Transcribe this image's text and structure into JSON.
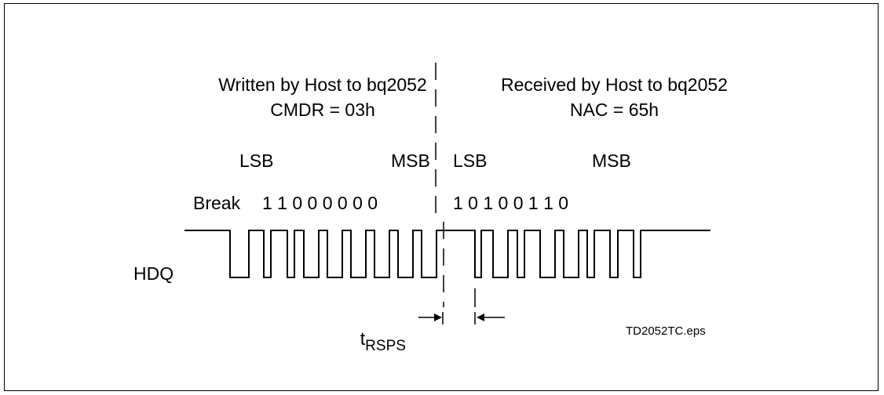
{
  "left_header": {
    "line1": "Written by Host to bq2052",
    "line2": "CMDR = 03h"
  },
  "right_header": {
    "line1": "Received by Host to bq2052",
    "line2": "NAC = 65h"
  },
  "labels": {
    "lsb_left": "LSB",
    "msb_left": "MSB",
    "lsb_right": "LSB",
    "msb_right": "MSB",
    "break": "Break",
    "bits_left": "1 1 0 0 0 0 0 0",
    "bits_right": "1 0 1 0 0 1 1 0",
    "signal": "HDQ",
    "timing_main": "t",
    "timing_sub": "RSPS",
    "file": "TD2052TC.eps"
  }
}
